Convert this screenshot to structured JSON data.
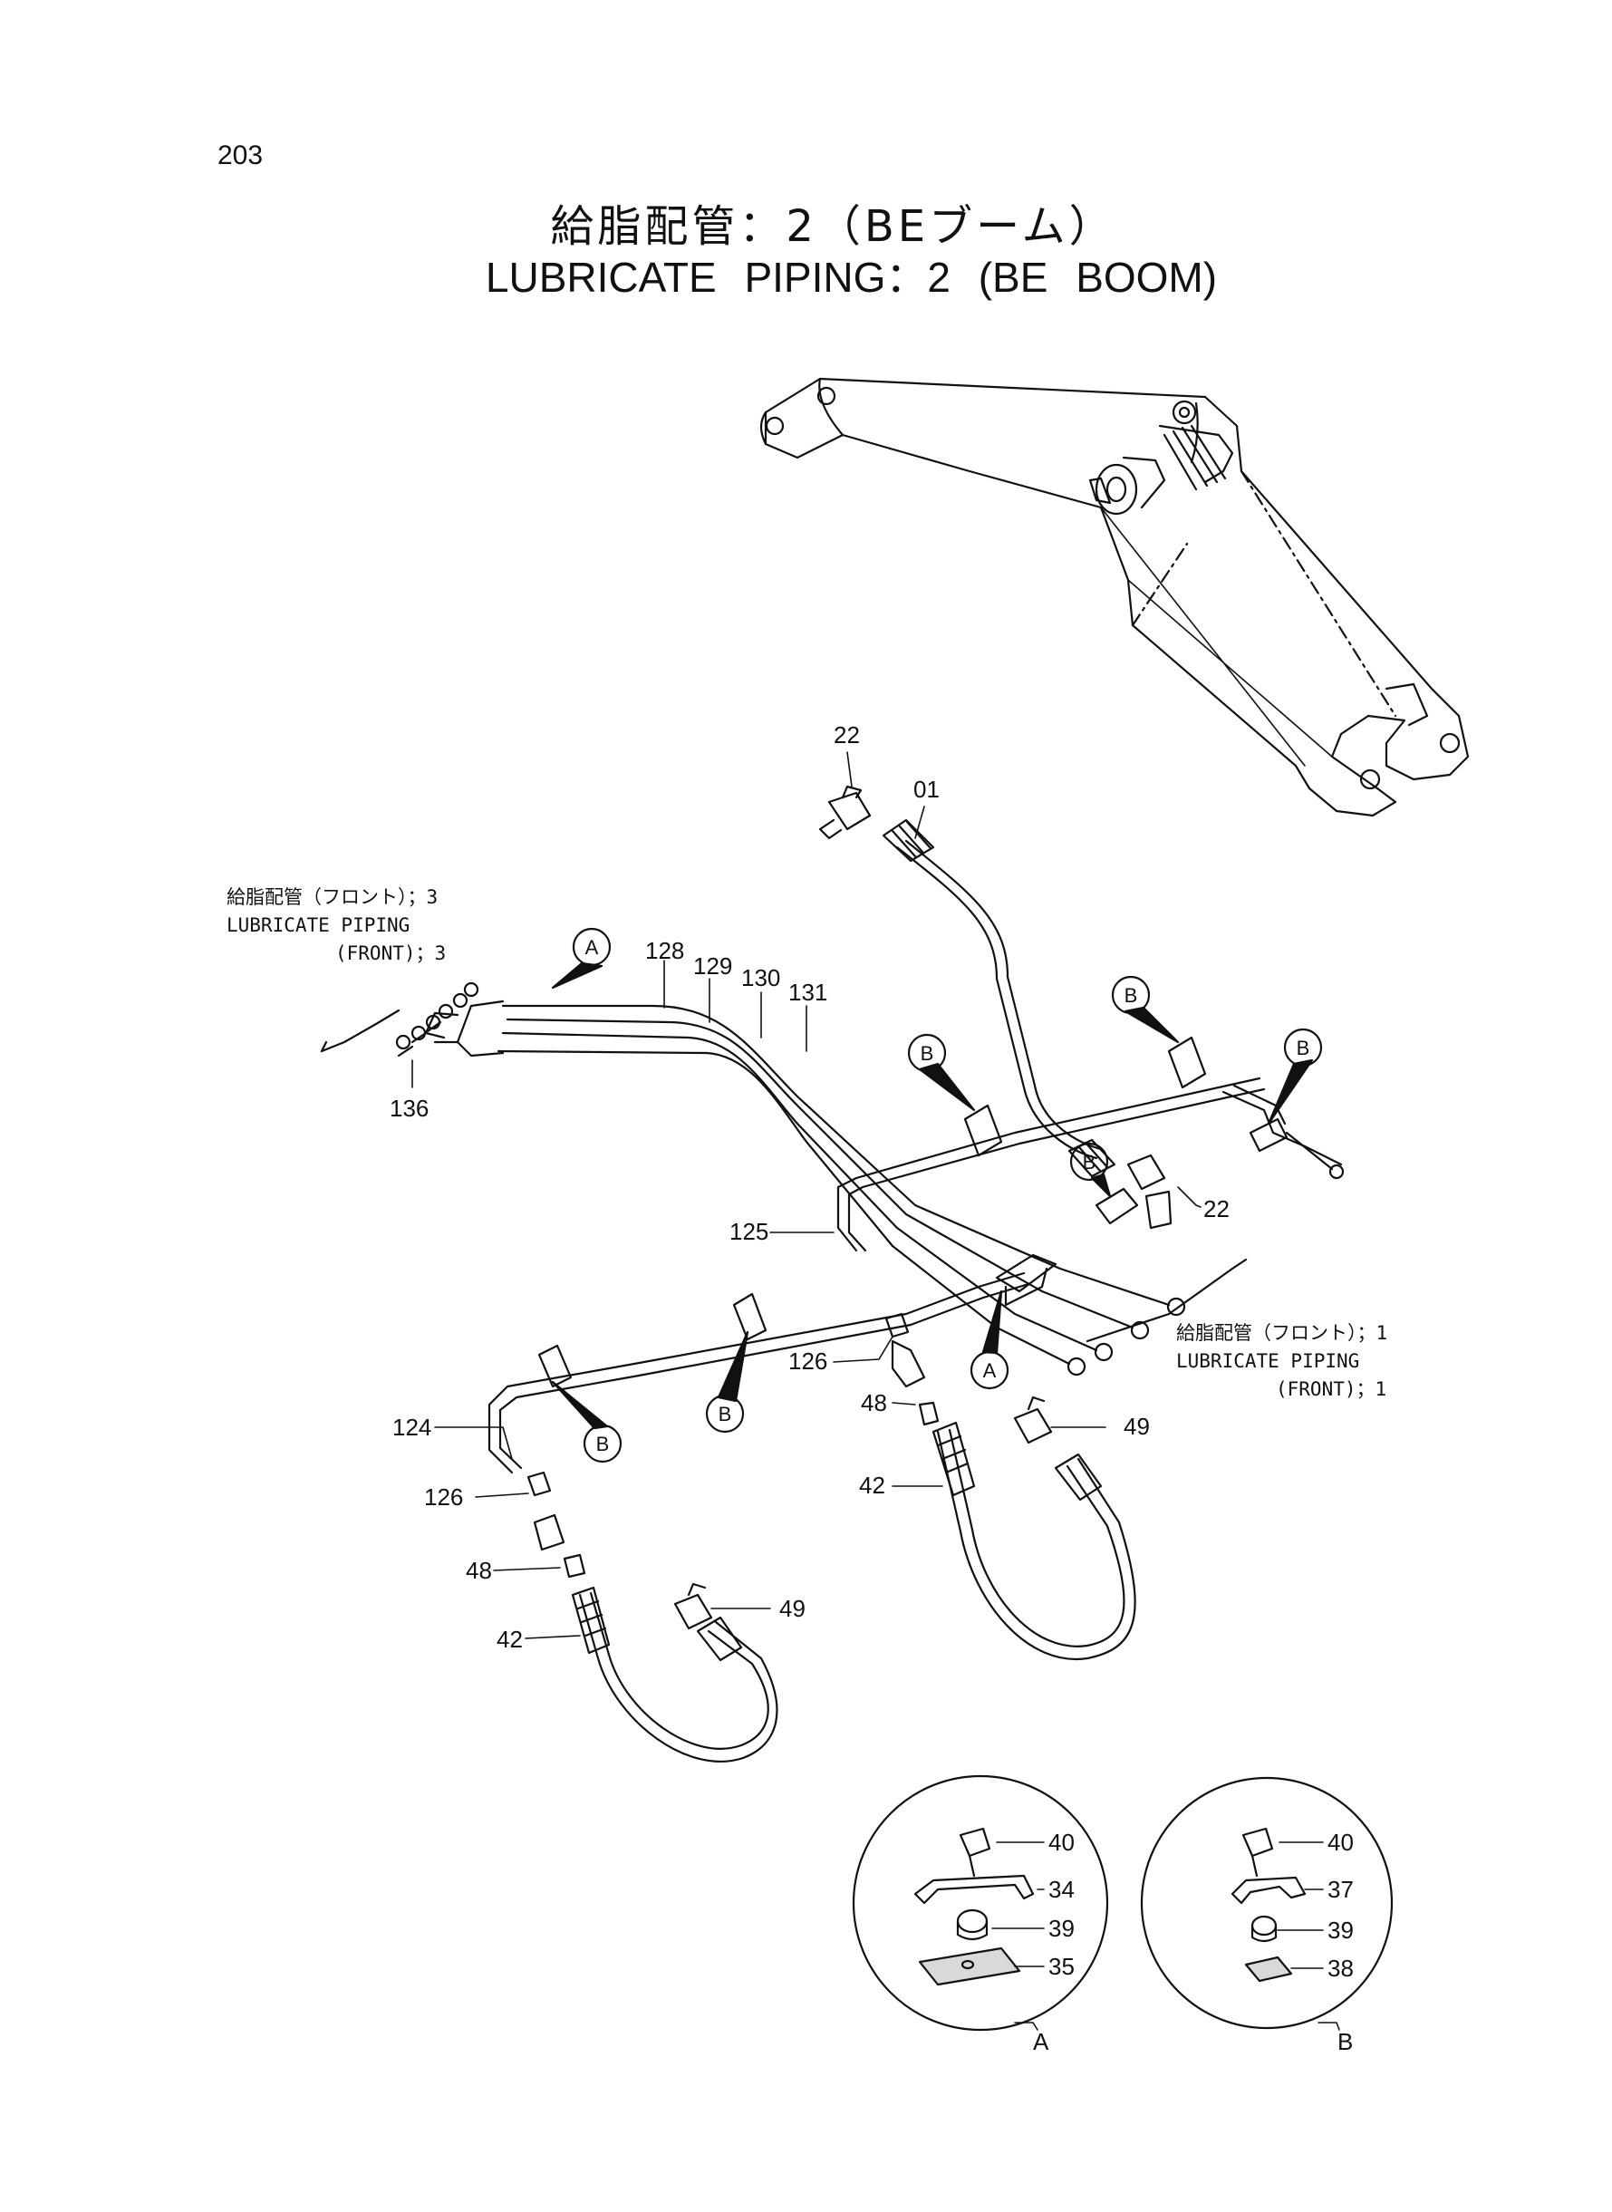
{
  "page_number": "203",
  "title_jp": "給脂配管：2（BEブーム）",
  "title_en": "LUBRICATE PIPING：2 (BE BOOM)",
  "ref_notes": [
    {
      "jp": "給脂配管（フロント）；3",
      "en1": "LUBRICATE PIPING",
      "en2": "(FRONT)；3"
    },
    {
      "jp": "給脂配管（フロント）；1",
      "en1": "LUBRICATE PIPING",
      "en2": "(FRONT)；1"
    }
  ],
  "callouts": {
    "p22a": "22",
    "p01": "01",
    "p128": "128",
    "p129": "129",
    "p130": "130",
    "p131": "131",
    "p136": "136",
    "p22b": "22",
    "p125": "125",
    "p126a": "126",
    "p48a": "48",
    "p42a": "42",
    "p49a": "49",
    "p124": "124",
    "p126b": "126",
    "p48b": "48",
    "p42b": "42",
    "p49b": "49",
    "p40a": "40",
    "p34": "34",
    "p39a": "39",
    "p35": "35",
    "p40b": "40",
    "p37": "37",
    "p39b": "39",
    "p38": "38"
  },
  "markers": {
    "A": "A",
    "B": "B"
  },
  "detail_labels": {
    "a": "A",
    "b": "B"
  }
}
